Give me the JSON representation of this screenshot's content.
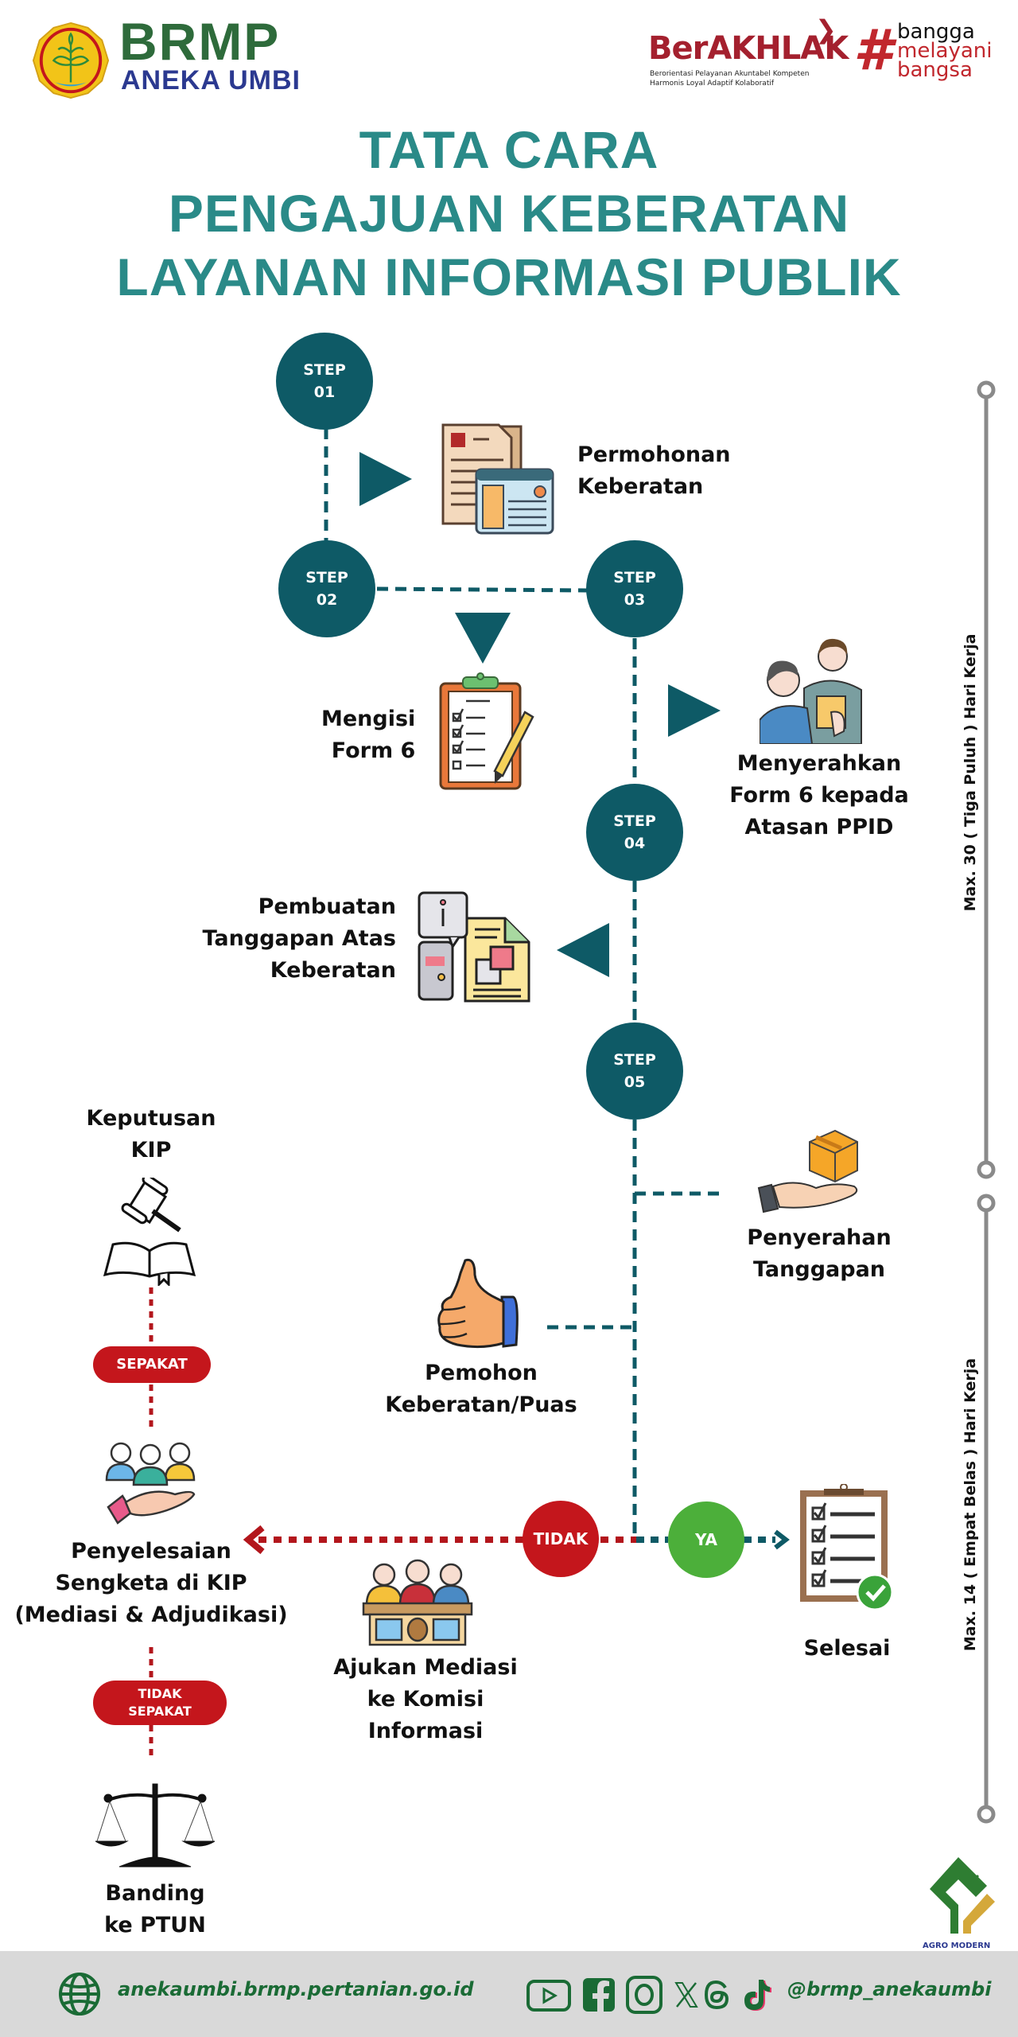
{
  "header": {
    "brand_title": "BRMP",
    "brand_subtitle": "ANEKA UMBI",
    "berakhlak": "BerAKHLAK",
    "berakhlak_tagline_1": "Berorientasi Pelayanan Akuntabel Kompeten",
    "berakhlak_tagline_2": "Harmonis Loyal Adaptif Kolaboratif",
    "bangga_hash": "#",
    "bangga_lines": [
      "bangga",
      "melayani",
      "bangsa"
    ]
  },
  "title": {
    "line1": "TATA CARA",
    "line2": "PENGAJUAN KEBERATAN",
    "line3": "LAYANAN INFORMASI PUBLIK"
  },
  "steps": [
    {
      "word": "STEP",
      "num": "01"
    },
    {
      "word": "STEP",
      "num": "02"
    },
    {
      "word": "STEP",
      "num": "03"
    },
    {
      "word": "STEP",
      "num": "04"
    },
    {
      "word": "STEP",
      "num": "05"
    }
  ],
  "labels": {
    "permohonan": [
      "Permohonan",
      "Keberatan"
    ],
    "mengisi": [
      "Mengisi",
      "Form 6"
    ],
    "menyerahkan": [
      "Menyerahkan",
      "Form 6 kepada",
      "Atasan PPID"
    ],
    "pembuatan": [
      "Pembuatan",
      "Tanggapan Atas",
      "Keberatan"
    ],
    "penyerahan": [
      "Penyerahan",
      "Tanggapan"
    ],
    "pemohon": [
      "Pemohon",
      "Keberatan/Puas"
    ],
    "keputusan": [
      "Keputusan",
      "KIP"
    ],
    "penyelesaian": [
      "Penyelesaian",
      "Sengketa di KIP",
      "(Mediasi & Adjudikasi)"
    ],
    "ajukan": [
      "Ajukan Mediasi",
      "ke Komisi",
      "Informasi"
    ],
    "selesai": "Selesai",
    "banding": [
      "Banding",
      "ke PTUN"
    ]
  },
  "decisions": {
    "tidak": "TIDAK",
    "ya": "YA",
    "sepakat": "SEPAKAT",
    "tidak_sepakat": [
      "TIDAK",
      "SEPAKAT"
    ]
  },
  "timelines": {
    "first": "Max. 30 ( Tiga Puluh ) Hari Kerja",
    "second": "Max. 14 ( Empat Belas ) Hari Kerja"
  },
  "agro": "AGRO MODERN",
  "footer": {
    "url": "anekaumbi.brmp.pertanian.go.id",
    "handle": "@brmp_anekaumbi",
    "social_icons": [
      "youtube-icon",
      "facebook-icon",
      "instagram-icon",
      "x-icon",
      "threads-icon",
      "tiktok-icon"
    ]
  },
  "colors": {
    "teal_dark": "#0e5a66",
    "title_teal": "#2a8a88",
    "red": "#c4161c",
    "green": "#4caf3a",
    "footer_green": "#1a6b35",
    "footer_bg": "#d9d9d9"
  }
}
